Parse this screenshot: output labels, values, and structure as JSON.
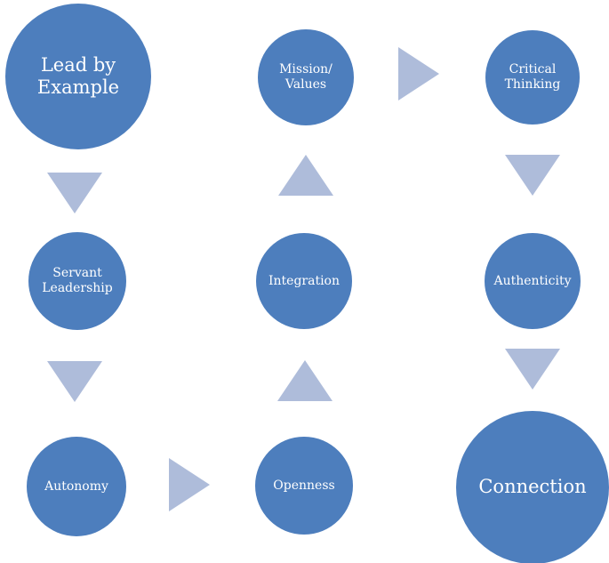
{
  "diagram": {
    "type": "bent-process-smartart",
    "colors": {
      "background": "#ffffff",
      "node_fill": "#4d7ebd",
      "node_text": "#ffffff",
      "arrow_fill": "#aebcda"
    },
    "nodes": [
      {
        "id": "lead-by-example",
        "label": "Lead by\nExample",
        "emphasis": "large"
      },
      {
        "id": "servant-leadership",
        "label": "Servant\nLeadership",
        "emphasis": "small"
      },
      {
        "id": "autonomy",
        "label": "Autonomy",
        "emphasis": "small"
      },
      {
        "id": "openness",
        "label": "Openness",
        "emphasis": "small"
      },
      {
        "id": "integration",
        "label": "Integration",
        "emphasis": "small"
      },
      {
        "id": "mission-values",
        "label": "Mission/\nValues",
        "emphasis": "small"
      },
      {
        "id": "critical-thinking",
        "label": "Critical\nThinking",
        "emphasis": "small"
      },
      {
        "id": "authenticity",
        "label": "Authenticity",
        "emphasis": "small"
      },
      {
        "id": "connection",
        "label": "Connection",
        "emphasis": "large"
      }
    ],
    "arrows": [
      {
        "from": "lead-by-example",
        "to": "servant-leadership",
        "direction": "down"
      },
      {
        "from": "servant-leadership",
        "to": "autonomy",
        "direction": "down"
      },
      {
        "from": "autonomy",
        "to": "openness",
        "direction": "right"
      },
      {
        "from": "openness",
        "to": "integration",
        "direction": "up"
      },
      {
        "from": "integration",
        "to": "mission-values",
        "direction": "up"
      },
      {
        "from": "mission-values",
        "to": "critical-thinking",
        "direction": "right"
      },
      {
        "from": "critical-thinking",
        "to": "authenticity",
        "direction": "down"
      },
      {
        "from": "authenticity",
        "to": "connection",
        "direction": "down"
      }
    ]
  }
}
